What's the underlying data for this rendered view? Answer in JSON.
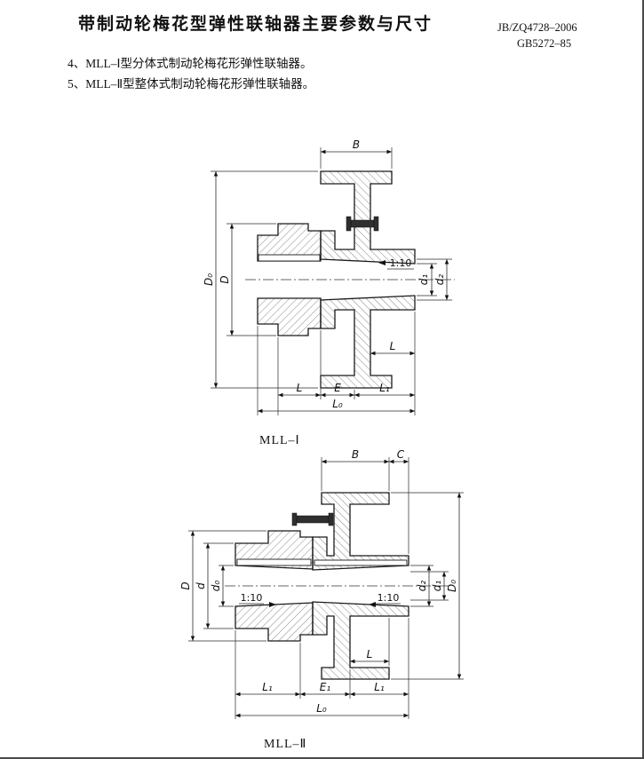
{
  "page": {
    "title": "带制动轮梅花型弹性联轴器主要参数与尺寸",
    "standard_1": "JB/ZQ4728–2006",
    "standard_2": "GB5272–85",
    "note_1": "4、MLL–Ⅰ型分体式制动轮梅花形弹性联轴器。",
    "note_2": "5、MLL–Ⅱ型整体式制动轮梅花形弹性联轴器。"
  },
  "fig1": {
    "caption": "MLL–Ⅰ",
    "dim_B": "B",
    "dim_D0": "D₀",
    "dim_D": "D",
    "taper": "1:10",
    "dim_d1": "d₁",
    "dim_d2": "d₂",
    "dim_L_hub": "L",
    "dim_L": "L",
    "dim_E": "E",
    "dim_L1": "L₁",
    "dim_L0": "L₀"
  },
  "fig2": {
    "caption": "MLL–Ⅱ",
    "dim_B": "B",
    "dim_C": "C",
    "dim_D": "D",
    "dim_d": "d",
    "dim_d0": "d₀",
    "taper_left": "1:10",
    "taper_right": "1:10",
    "dim_d2": "d₂",
    "dim_d1": "d₁",
    "dim_D0": "D₀",
    "dim_L": "L",
    "dim_L1_left": "L₁",
    "dim_E1": "E₁",
    "dim_L1_right": "L₁",
    "dim_L0": "L₀"
  }
}
